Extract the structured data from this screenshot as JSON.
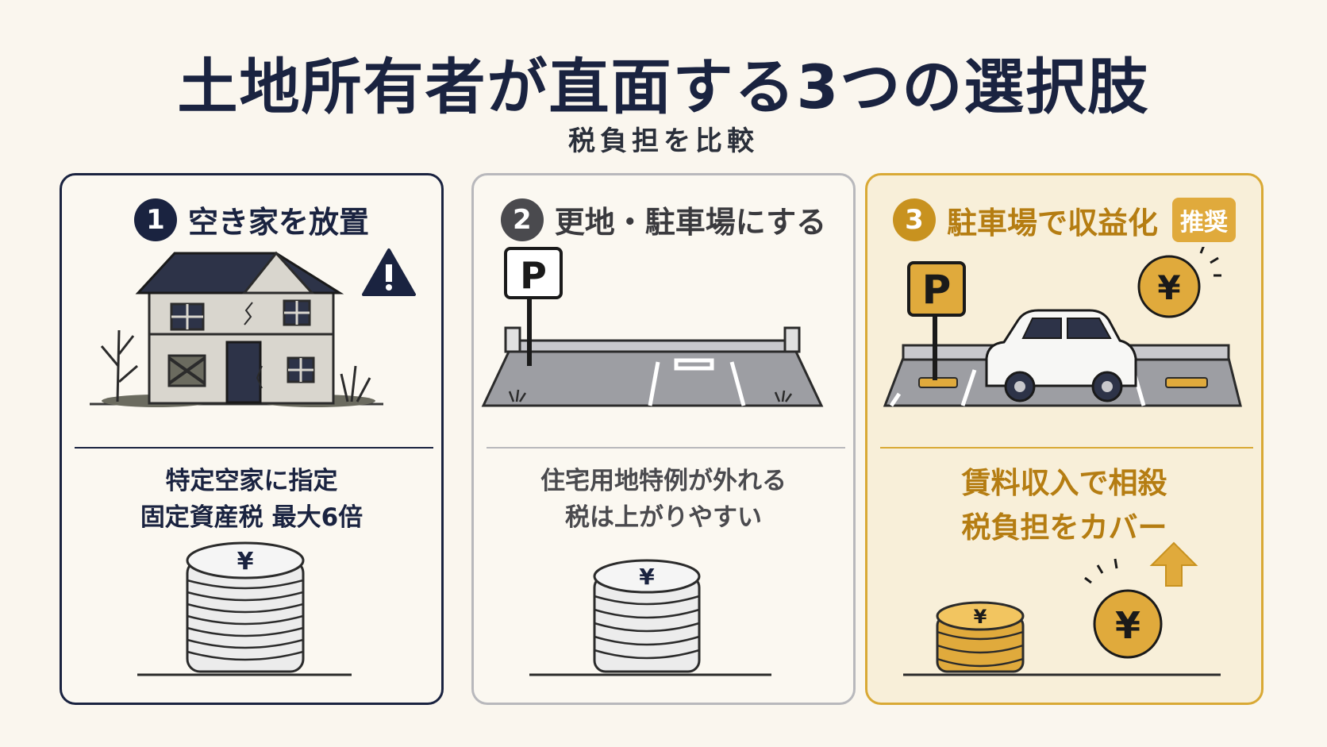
{
  "title": "土地所有者が直面する3つの選択肢",
  "subtitle": "税負担を比較",
  "options": [
    {
      "number": "1",
      "heading": "空き家を放置",
      "desc_line1": "特定空家に指定",
      "desc_line2": "固定資産税 最大6倍",
      "icons": [
        "abandoned-house",
        "warning-icon",
        "coin-stack-tall"
      ]
    },
    {
      "number": "2",
      "heading": "更地・駐車場にする",
      "desc_line1": "住宅用地特例が外れる",
      "desc_line2": "税は上がりやすい",
      "icons": [
        "parking-sign",
        "empty-lot",
        "coin-stack-medium"
      ]
    },
    {
      "number": "3",
      "heading": "駐車場で収益化",
      "badge": "推奨",
      "desc_line1": "賃料収入で相殺",
      "desc_line2": "税負担をカバー",
      "icons": [
        "parking-sign",
        "car",
        "yen-coin",
        "coin-stack-short",
        "arrow-up-icon"
      ]
    }
  ],
  "parking_letter": "P",
  "yen_symbol": "¥",
  "colors": {
    "navy": "#1a2340",
    "gray": "#4a4a4e",
    "gold": "#c8921f",
    "background": "#faf6ee"
  }
}
